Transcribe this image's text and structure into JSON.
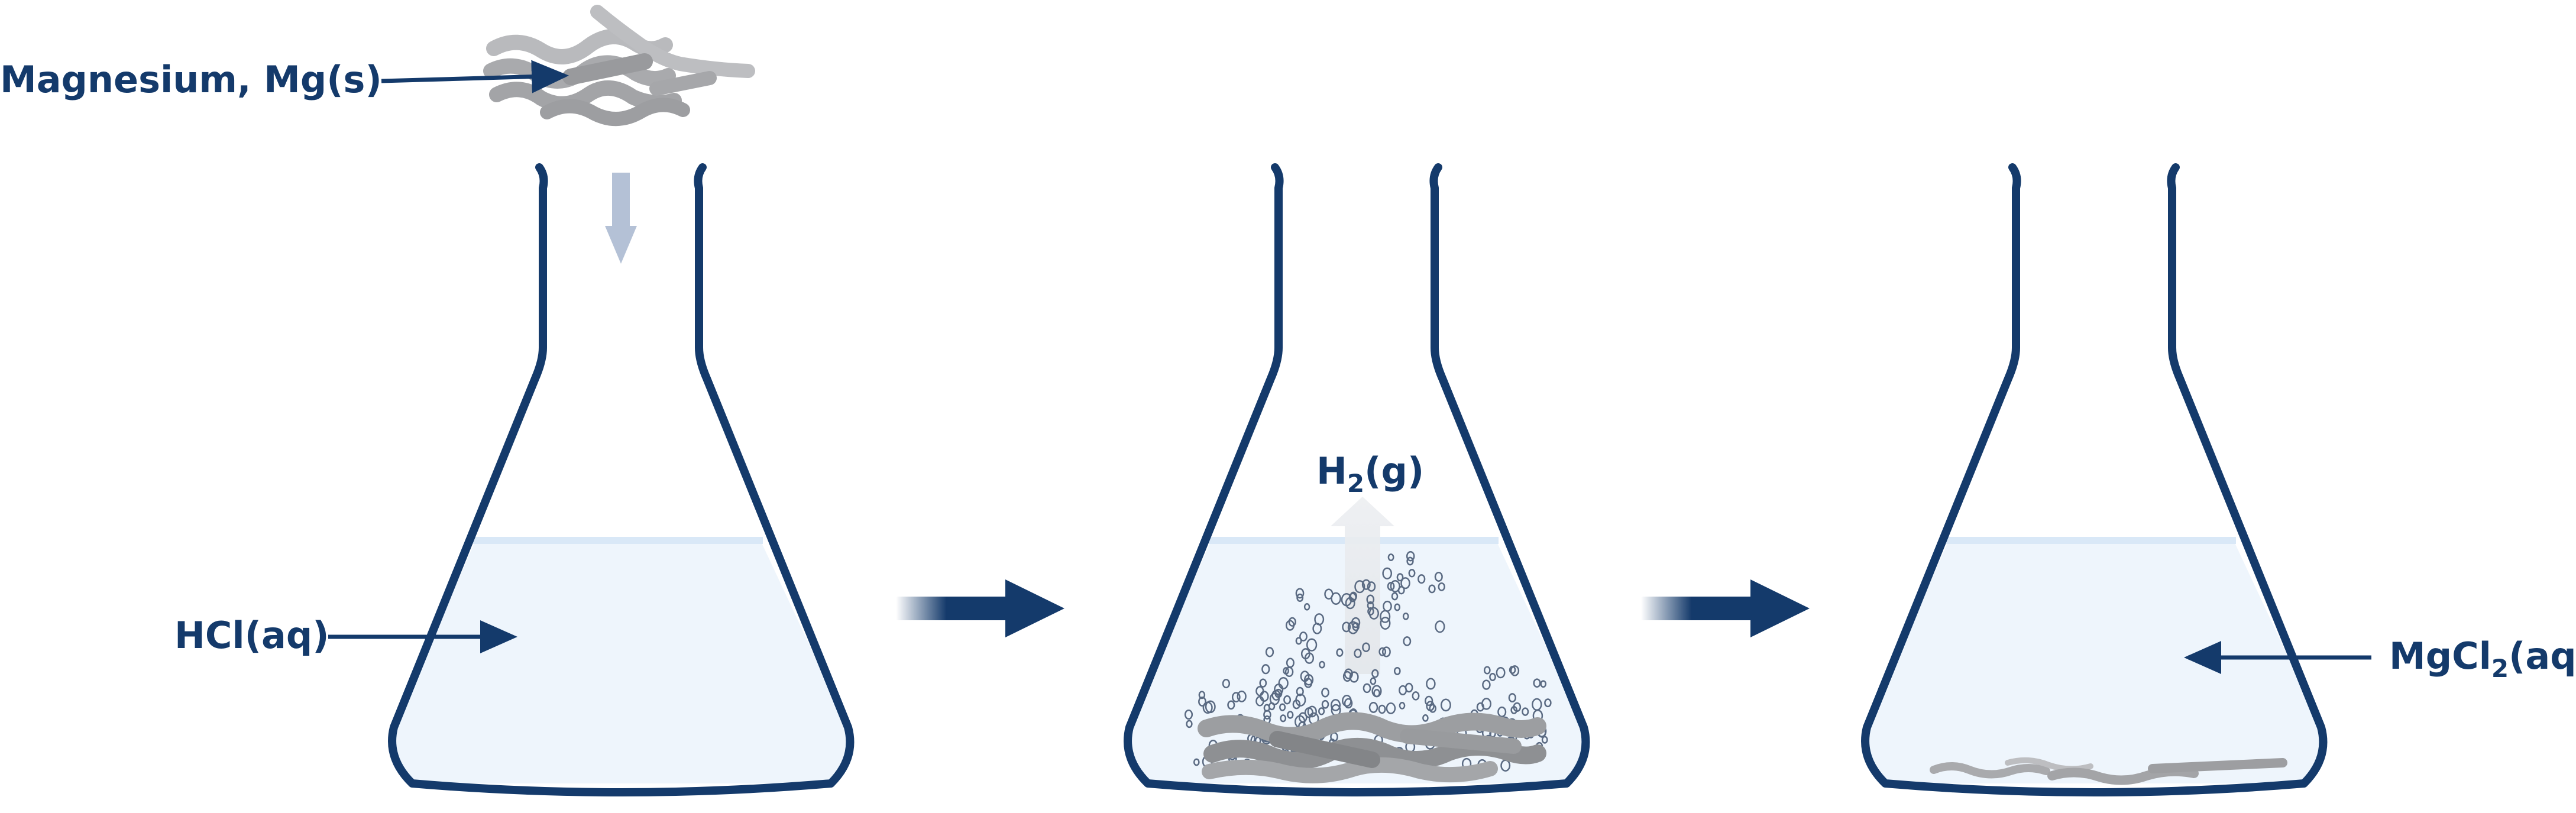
{
  "labels": {
    "magnesium": "Magnesium, Mg(s)",
    "hcl": "HCl(aq)",
    "hydrogen_main": "H",
    "hydrogen_sub": "2",
    "hydrogen_tail": "(g)",
    "mgcl_main": "MgCl",
    "mgcl_sub": "2",
    "mgcl_tail": "(aq)"
  },
  "colors": {
    "flask_outline": "#143a6b",
    "liquid": "#eef5fc",
    "liquid_surface": "#d9e8f7",
    "label_text": "#143a6b",
    "magnesium": "#a9aaad",
    "magnesium_dark": "#8e9093",
    "drop_arrow": "#b4c1d6",
    "gas_arrow": "#e6e8ec",
    "bubbles": "#5a6a82"
  },
  "icons": {
    "flask": "erlenmeyer-flask-icon",
    "step_arrow": "right-arrow-icon",
    "gas_arrow": "up-arrow-icon",
    "drop_arrow": "down-arrow-icon"
  }
}
